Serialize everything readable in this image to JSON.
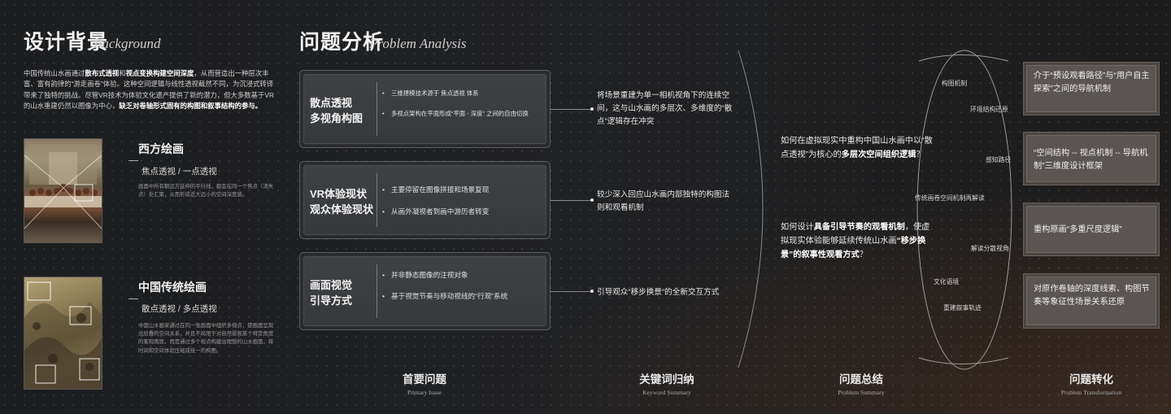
{
  "background": {
    "title_cn": "设计背景",
    "title_en": "Background",
    "intro_parts": [
      {
        "t": "中国传统山水画通过",
        "b": false
      },
      {
        "t": "散布式透视",
        "b": true
      },
      {
        "t": "和",
        "b": false
      },
      {
        "t": "视点变换构建空间深度",
        "b": true
      },
      {
        "t": "，从而营造出一种层次丰富、富有韵律的“游走画卷”体验。这种空间逻辑与线性透视截然不同，为沉浸式转译带来了独特的挑战。尽管VR技术为体验文化遗产提供了新的潜力，但大多数基于VR的山水重建仍然以图像为中心，",
        "b": false
      },
      {
        "t": "缺乏对卷轴形式固有的构图和叙事结构的参与。",
        "b": true
      }
    ],
    "west": {
      "title": "西方绘画",
      "subtitle": "焦点透视 / 一点透视",
      "desc": "画面中所有朝远方延伸的平行线，都会在同一个焦点（消失点）处汇聚，从而形成近大远小的空间深度感。"
    },
    "east": {
      "title": "中国传统绘画",
      "subtitle": "散点透视 / 多点透视",
      "desc": "中国山水画家通过在同一张画面中组织多视点，使画面呈现出层叠的空间关系，并且不局限于对自然景观某个特定角度的客观再现，而是通过多个视点构建出理想的山水画面，将时间和空间体验压缩成统一的构图。"
    }
  },
  "analysis": {
    "title_cn": "问题分析",
    "title_en": "Problem Analysis",
    "cards": [
      {
        "title1": "散点透视",
        "title2": "多视角构图",
        "bullets": [
          "三维建模技术源于 焦点透视 体系",
          "多视点架构在平面形成“平面 - 深度” 之间的自由切换"
        ],
        "small": true
      },
      {
        "title1": "VR体验现状",
        "title2": "观众体验现状",
        "bullets": [
          "主要停留在图像拼接和场景复现",
          "从画外凝视者到画中游历者转变"
        ],
        "small": false
      },
      {
        "title1": "画面视觉",
        "title2": "引导方式",
        "bullets": [
          "并非静态图像的注视对象",
          "基于视觉节奏与移动视线的“行观”系统"
        ],
        "small": false
      }
    ],
    "keywords": [
      "将场景重建为单一相机视角下的连续空间，这与山水画的多层次、多维度的“散点”逻辑存在冲突",
      "较少深入回应山水画内部独特的构图法则和观看机制",
      "引导观众“移步换景”的全新交互方式"
    ],
    "summary1_parts": [
      {
        "t": "如何在虚拟现实中重构中国山水画中以“散点透视”为核心的",
        "b": false
      },
      {
        "t": "多层次空间组织逻辑",
        "b": true
      },
      {
        "t": "？",
        "b": false
      }
    ],
    "summary2_parts": [
      {
        "t": "如何设计",
        "b": false
      },
      {
        "t": "具备引导节奏的观看机制",
        "b": true
      },
      {
        "t": "，使虚拟现实体验能够延续传统山水画",
        "b": false
      },
      {
        "t": "“移步换景”的叙事性观看方式",
        "b": true
      },
      {
        "t": "？",
        "b": false
      }
    ],
    "ellipse_labels": [
      "构图机制",
      "环境结构还原",
      "感知路径",
      "传统画卷空间机制再解读",
      "解读分散视角",
      "文化语境",
      "重建叙事轨迹"
    ],
    "transformations": [
      "介于“预设观看路径”与“用户自主探索”之间的导航机制",
      "“空间结构 -- 视点机制 -- 导航机制”三维度设计框架",
      "重构原画“多重尺度逻辑”",
      "对原作卷轴的深度线索、构图节奏等象征性场景关系还原"
    ]
  },
  "footer": [
    {
      "cn": "首要问题",
      "en": "Primary Issue"
    },
    {
      "cn": "关键词归纳",
      "en": "Keyword Summary"
    },
    {
      "cn": "问题总结",
      "en": "Problem Summary"
    },
    {
      "cn": "问题转化",
      "en": "Problem Transformation"
    }
  ]
}
